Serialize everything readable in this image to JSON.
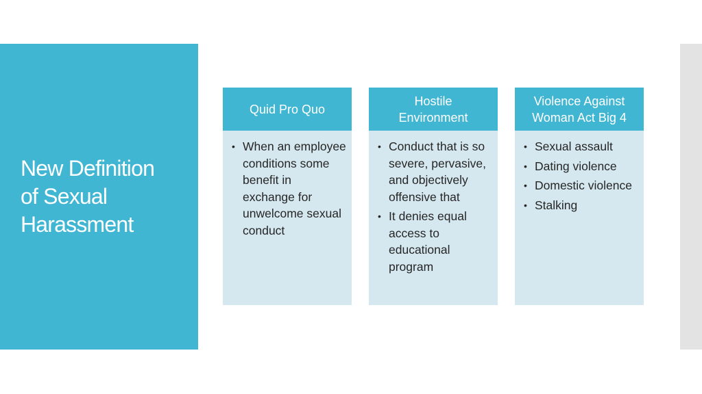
{
  "slide": {
    "title_lines": [
      "New Definition",
      "of Sexual",
      "Harassment"
    ]
  },
  "cards": [
    {
      "header_lines": [
        "Quid Pro Quo"
      ],
      "items": [
        "When an employee conditions some benefit in exchange for unwelcome sexual conduct"
      ]
    },
    {
      "header_lines": [
        "Hostile",
        "Environment"
      ],
      "items": [
        "Conduct that is so severe, pervasive, and objectively offensive that",
        "It denies equal access to educational program"
      ]
    },
    {
      "header_lines": [
        "Violence Against",
        "Woman Act Big 4"
      ],
      "items": [
        "Sexual assault",
        "Dating violence",
        "Domestic violence",
        "Stalking"
      ]
    }
  ],
  "colors": {
    "accent": "#41b6d3",
    "card_body": "#d5e8ef",
    "text": "#262626",
    "side_strip": "#e3e3e3"
  }
}
